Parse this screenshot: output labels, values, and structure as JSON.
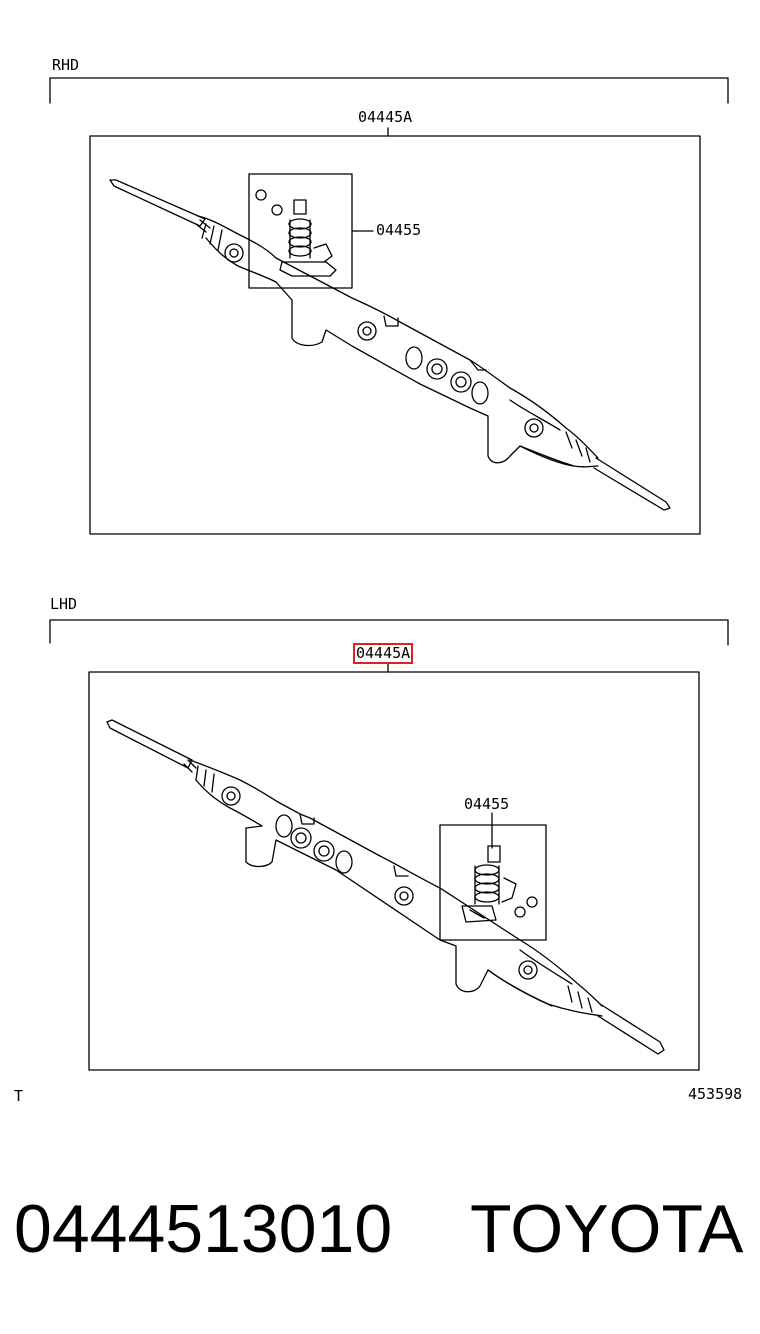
{
  "rhd": {
    "section_label": "RHD",
    "assembly_label": "04445A",
    "kit_label": "04455"
  },
  "lhd": {
    "section_label": "LHD",
    "assembly_label": "04445A",
    "kit_label": "04455"
  },
  "footer": {
    "left_code": "T",
    "figure_number": "453598"
  },
  "caption": {
    "part_number": "0444513010",
    "brand": "TOYOTA"
  }
}
